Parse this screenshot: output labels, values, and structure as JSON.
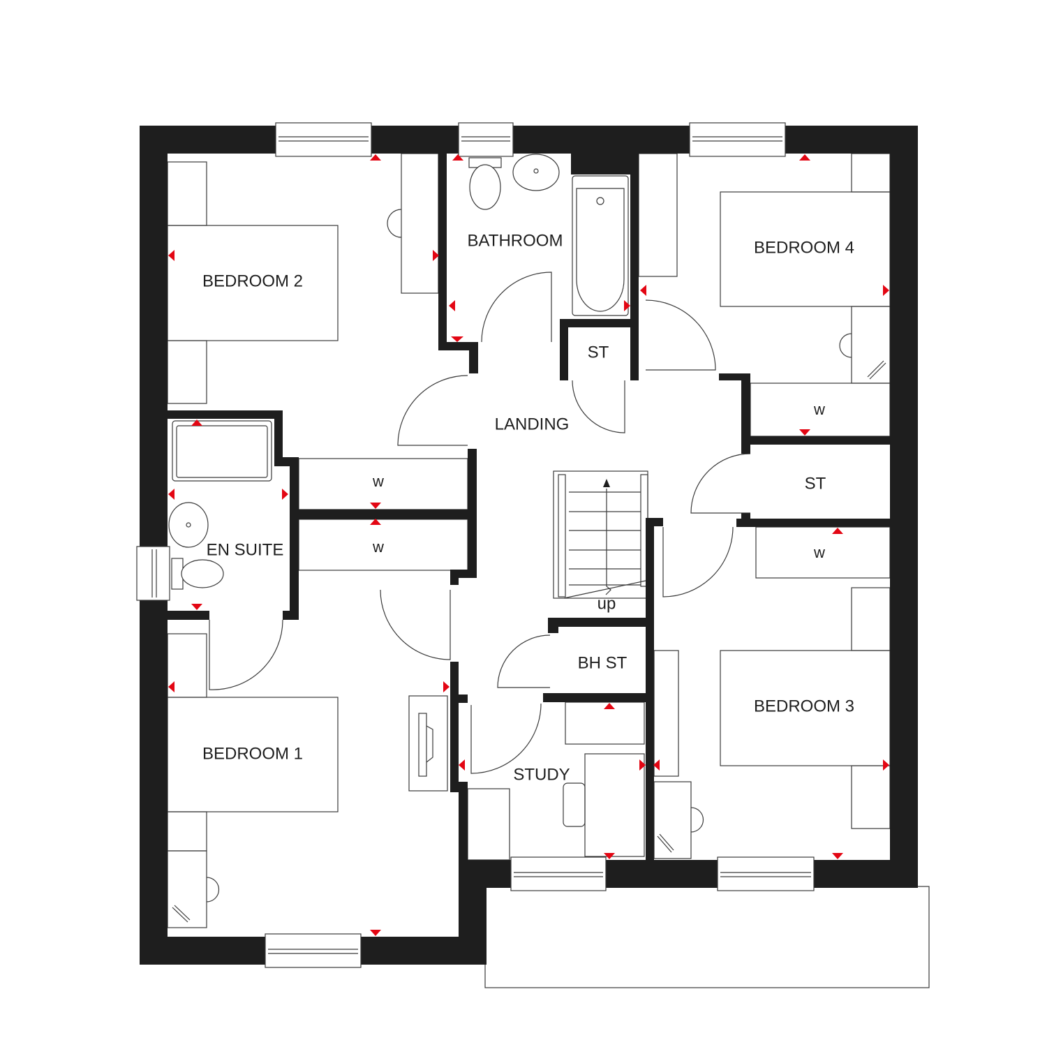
{
  "plan": {
    "colors": {
      "wall": "#1e1e1e",
      "socket": "#e30613",
      "background": "#ffffff"
    },
    "rooms": {
      "bedroom2": "BEDROOM 2",
      "bathroom": "BATHROOM",
      "bedroom4": "BEDROOM 4",
      "store_top": "ST",
      "landing": "LANDING",
      "wardrobe_a": "w",
      "wardrobe_b": "w",
      "wardrobe_c": "w",
      "store_right": "ST",
      "wardrobe_d": "w",
      "en_suite": "EN SUITE",
      "stairs_up": "up",
      "bh_store": "BH ST",
      "bedroom1": "BEDROOM 1",
      "study": "STUDY",
      "bedroom3": "BEDROOM 3"
    }
  }
}
